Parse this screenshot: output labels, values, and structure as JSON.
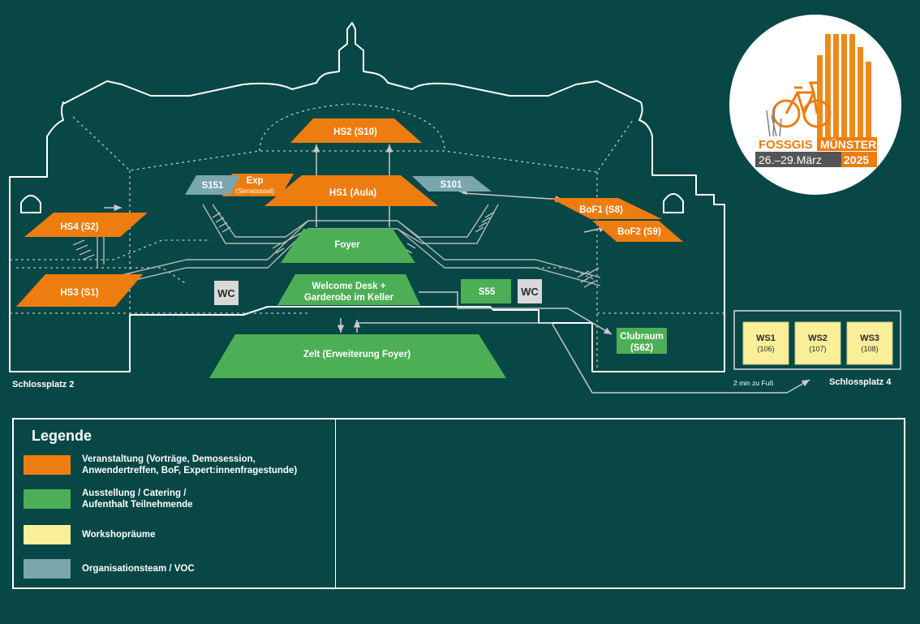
{
  "colors": {
    "background": "#074746",
    "event": "#ee7d10",
    "exhibition": "#4daf55",
    "workshop": "#fbef99",
    "organisation": "#7aa6ae",
    "wc": "#d9d9d9",
    "outline": "#ffffff"
  },
  "rooms": {
    "hs2": "HS2 (S10)",
    "hs1": "HS1 (Aula)",
    "exp": "Exp",
    "exp_sub": "(Senatssaal)",
    "s151": "S151",
    "s101": "S101",
    "hs4": "HS4 (S2)",
    "hs3": "HS3 (S1)",
    "bof1": "BoF1 (S8)",
    "bof2": "BoF2 (S9)",
    "foyer": "Foyer",
    "welcome_line1": "Welcome Desk +",
    "welcome_line2": "Garderobe im Keller",
    "s55": "S55",
    "wc_left": "WC",
    "wc_right": "WC",
    "zelt": "Zelt (Erweiterung Foyer)",
    "clubraum_line1": "Clubraum",
    "clubraum_line2": "(S62)",
    "ws1_name": "WS1",
    "ws1_room": "(106)",
    "ws2_name": "WS2",
    "ws2_room": "(107)",
    "ws3_name": "WS3",
    "ws3_room": "(108)"
  },
  "places": {
    "schlossplatz2": "Schlossplatz 2",
    "schlossplatz4": "Schlossplatz 4",
    "walk": "2 min zu Fuß"
  },
  "logo": {
    "name": "FOSSGIS",
    "city": "MÜNSTER",
    "dates": "26.–29.März",
    "year": "2025"
  },
  "legend": {
    "title": "Legende",
    "items": [
      {
        "label": "Veranstaltung (Vorträge, Demosession,\nAnwendertreffen, BoF, Expert:innenfragestunde)",
        "color": "#ee7d10"
      },
      {
        "label": "Ausstellung / Catering /\nAufenthalt Teilnehmende",
        "color": "#4daf55"
      },
      {
        "label": " Workshopräume",
        "color": "#fbef99"
      },
      {
        "label": "Organisationsteam / VOC",
        "color": "#7aa6ae"
      }
    ]
  }
}
